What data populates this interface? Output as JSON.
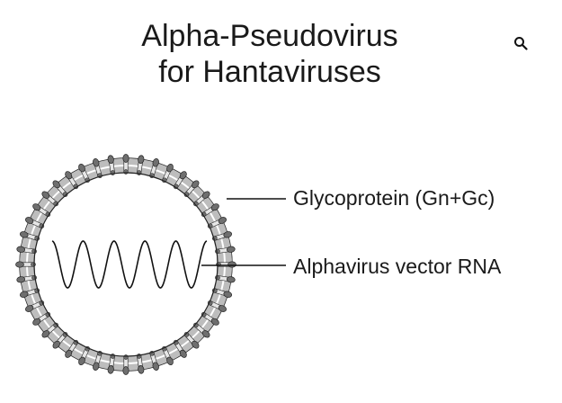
{
  "header": {
    "title_line1": "Alpha-Pseudovirus",
    "title_line2": "for Hantaviruses",
    "search_icon": "search-icon"
  },
  "diagram": {
    "labels": {
      "glycoprotein": "Glycoprotein (Gn+Gc)",
      "vector_rna": "Alphavirus vector RNA"
    },
    "colors": {
      "envelope_fill": "#bdbdbd",
      "spike_fill": "#6f6f6f",
      "stroke": "#222222"
    }
  }
}
